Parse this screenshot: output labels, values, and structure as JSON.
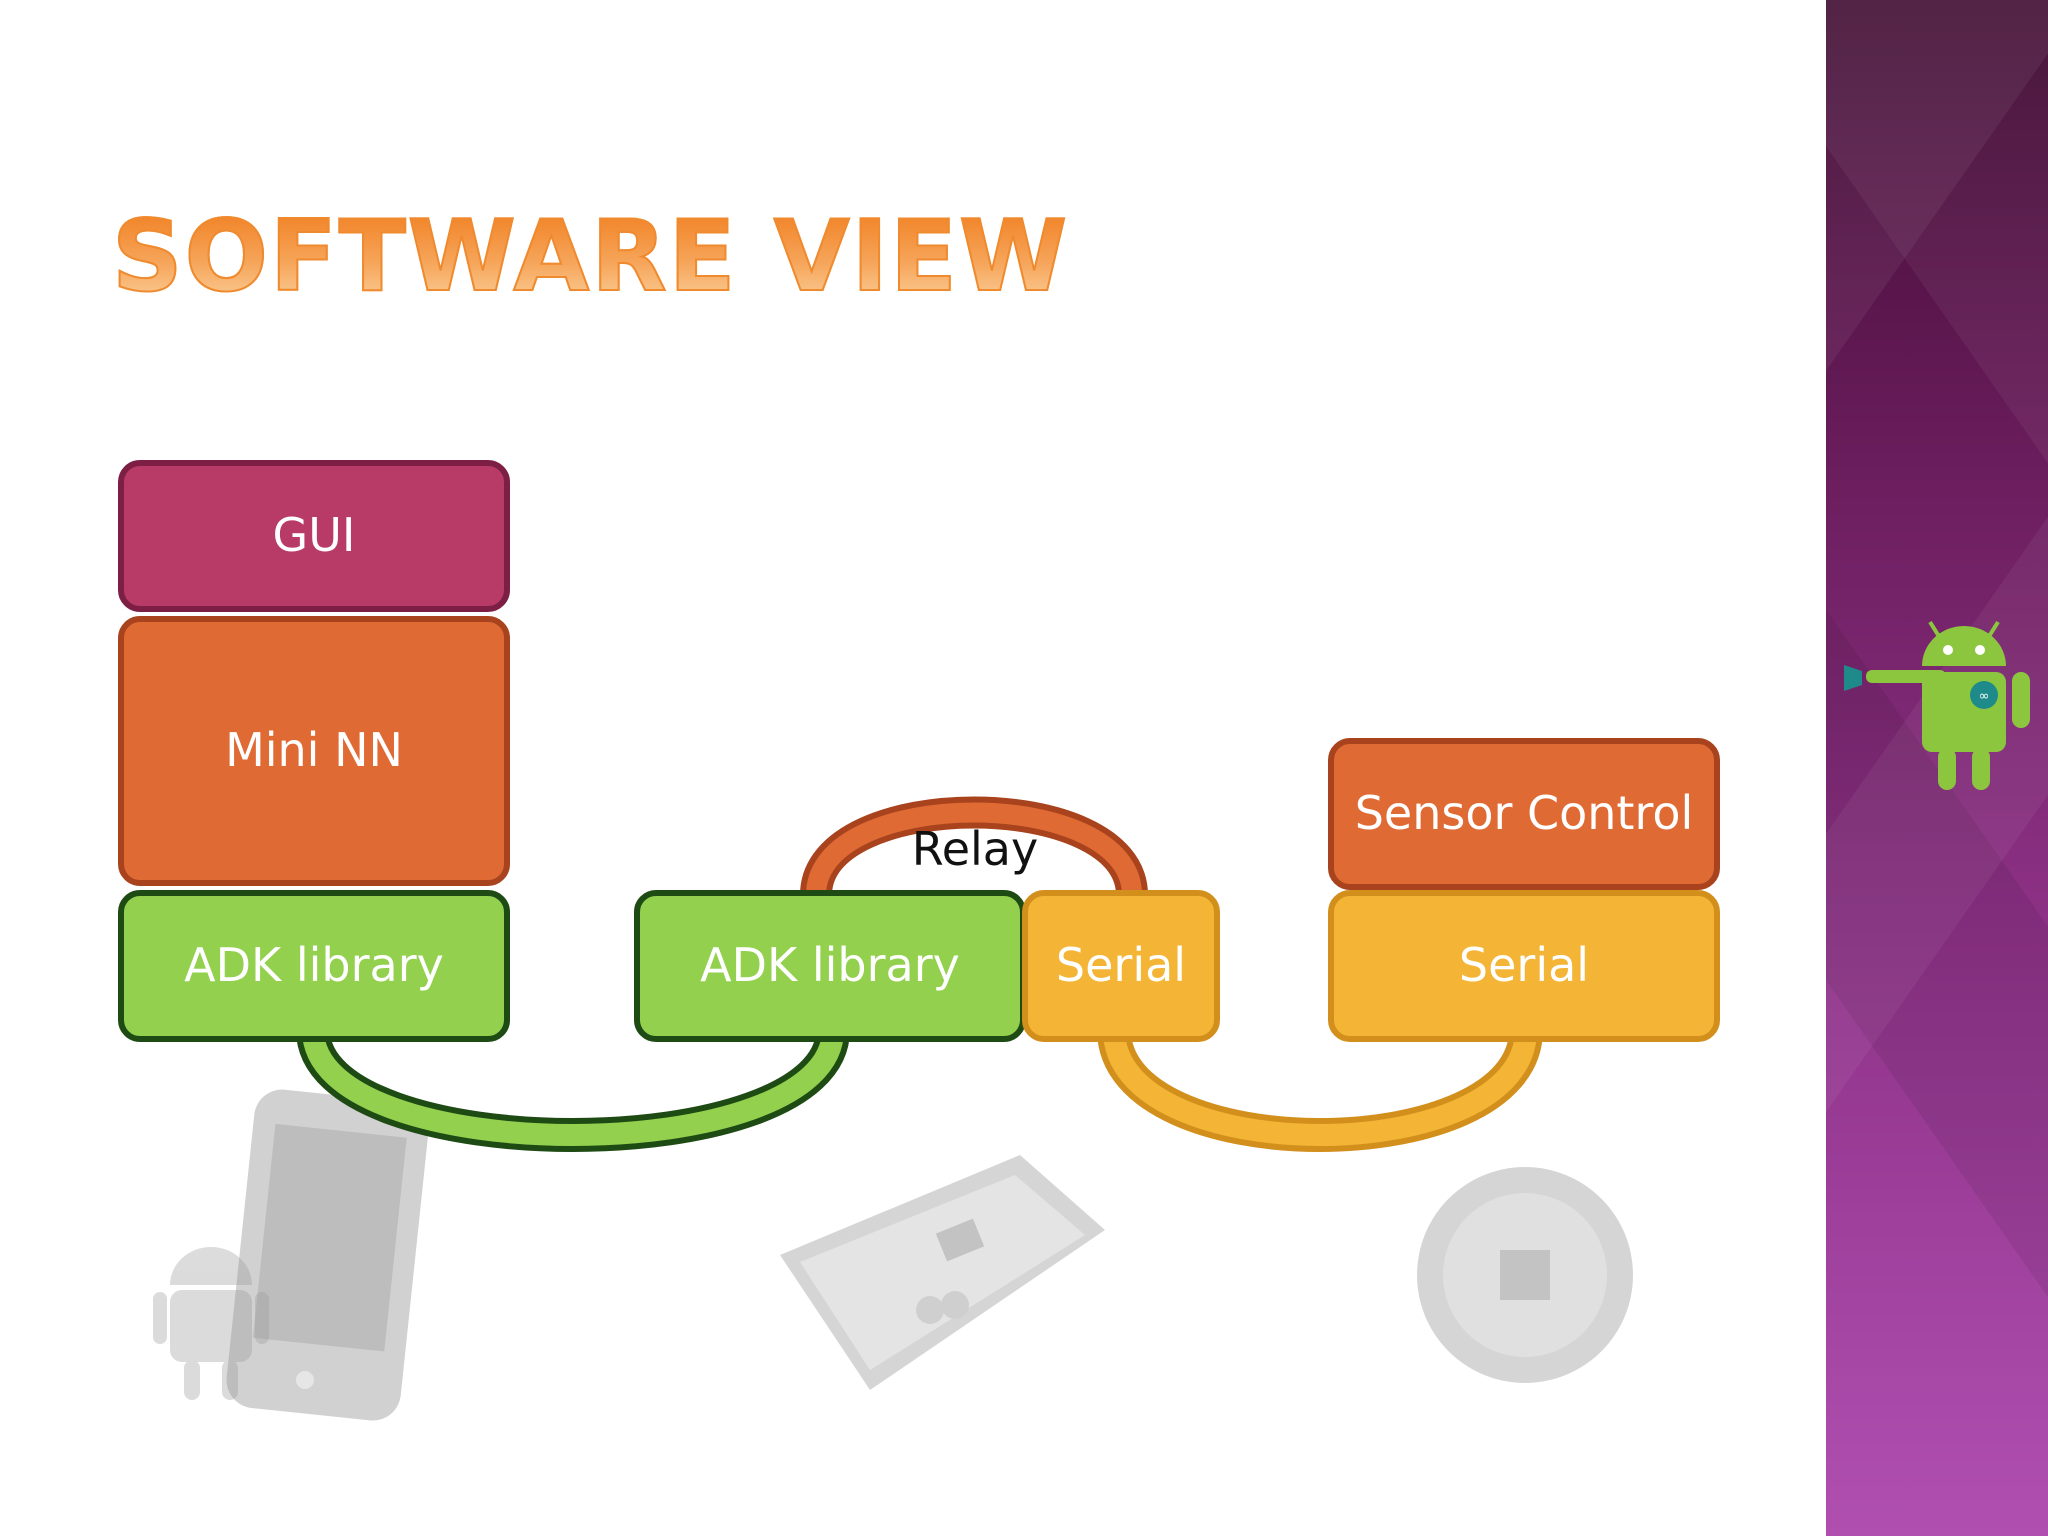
{
  "title": "Software View",
  "boxes": {
    "gui": "GUI",
    "mini_nn": "Mini NN",
    "adk_phone": "ADK library",
    "adk_board": "ADK library",
    "serial_board": "Serial",
    "sensor_control": "Sensor Control",
    "serial_lilypad": "Serial"
  },
  "relay": "Relay",
  "colors": {
    "gui": "#b83a66",
    "mini_nn": "#e06a34",
    "adk": "#92d04e",
    "serial": "#f4b537",
    "title": "#f08a2e",
    "sidebar": "#8d3186"
  },
  "images": [
    "phone-image",
    "arduino-mega-image",
    "lilypad-image",
    "android-arduino-logo"
  ]
}
